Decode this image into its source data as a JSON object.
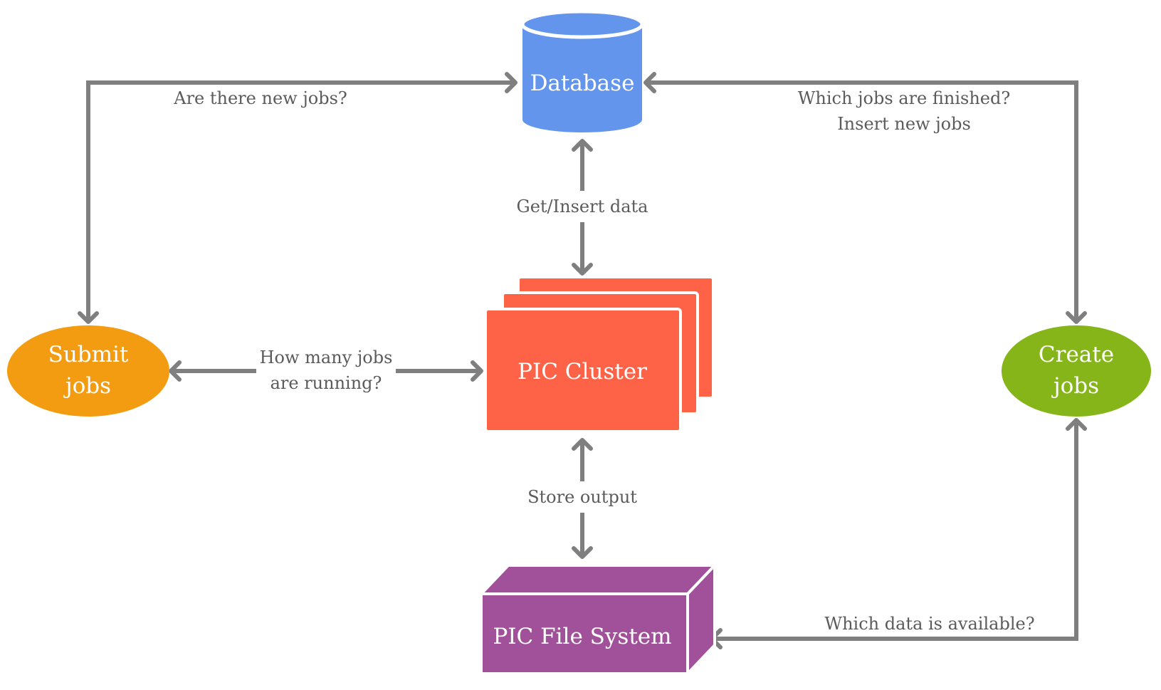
{
  "nodes": {
    "database": {
      "label": "Database",
      "color": "#6495ED",
      "shape": "cylinder"
    },
    "cluster": {
      "label": "PIC Cluster",
      "color": "#FF6347",
      "shape": "stacked-rectangles"
    },
    "filesystem": {
      "label": "PIC File System",
      "color": "#A0519A",
      "shape": "cuboid"
    },
    "submit": {
      "label_line1": "Submit",
      "label_line2": "jobs",
      "color": "#F39C12",
      "shape": "ellipse"
    },
    "create": {
      "label_line1": "Create",
      "label_line2": "jobs",
      "color": "#85B519",
      "shape": "ellipse"
    }
  },
  "edges": {
    "submit_database": {
      "label": "Are there new jobs?"
    },
    "create_database": {
      "label_line1": "Which jobs are finished?",
      "label_line2": "Insert new jobs"
    },
    "database_cluster": {
      "label": "Get/Insert data"
    },
    "submit_cluster": {
      "label_line1": "How many jobs",
      "label_line2": "are running?"
    },
    "cluster_filesystem": {
      "label": "Store output"
    },
    "filesystem_create": {
      "label": "Which data is available?"
    }
  },
  "colors": {
    "edge": "#7f7f7f",
    "edge_text": "#5b5b5b",
    "node_text": "#ffffff"
  }
}
